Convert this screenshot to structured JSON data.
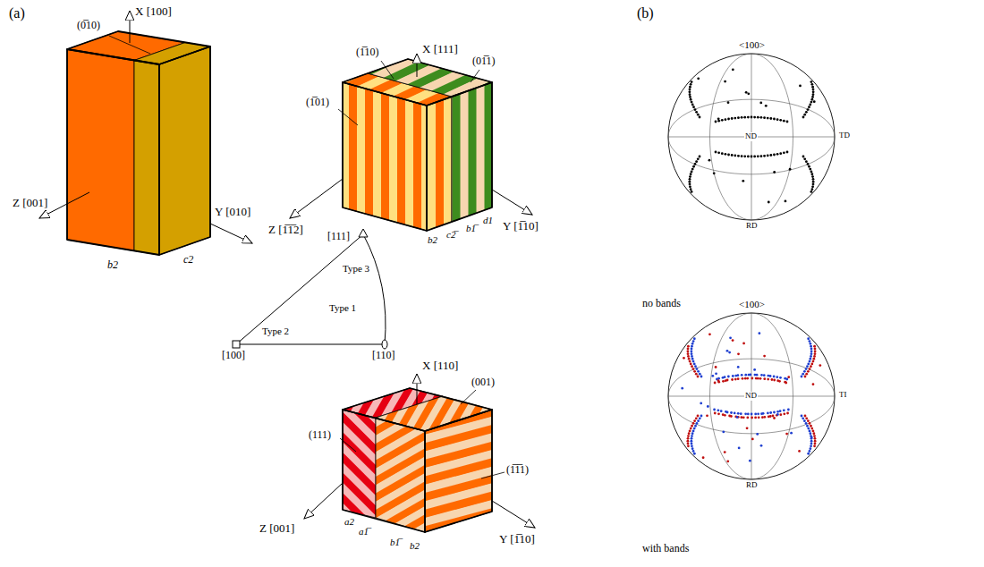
{
  "diagram": {
    "labels": [
      "(a)",
      "(b)",
      "(0̅10)",
      "X [100]",
      "Z [001]",
      "Y [010]",
      "b2",
      "c2",
      "(1̅10)",
      "X [111]",
      "(01̅1)",
      "(1̅01)",
      "Z [1̅1̅2]",
      "Y [1̅10]",
      "b2",
      "c2̅",
      "b1̅",
      "d1",
      "[111]",
      "Type 3",
      "Type 1",
      "Type 2",
      "[100]",
      "[110]",
      "X [110]",
      "(001)",
      "(111)",
      "(1̅1̅1)",
      "Z [001]",
      "Y [1̅10]",
      "a2",
      "a1̅",
      "b1̅",
      "b2",
      "<100>",
      "TD",
      "ND",
      "RD",
      "no bands",
      "<100>",
      "TI",
      "ND",
      "RD",
      "with bands"
    ]
  }
}
